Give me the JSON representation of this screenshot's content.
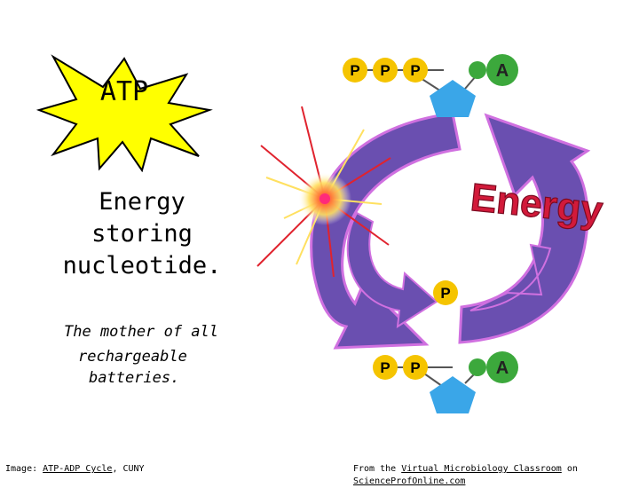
{
  "title_badge": "ATP",
  "description": [
    "Energy",
    "storing",
    "nucleotide."
  ],
  "tagline": [
    "The mother of all",
    "rechargeable",
    "batteries."
  ],
  "diagram": {
    "top_phosphates": [
      "P",
      "P",
      "P"
    ],
    "top_base": "A",
    "free_phosphate": "P",
    "bottom_phosphates": [
      "P",
      "P"
    ],
    "bottom_base": "A",
    "energy_word": "Energy",
    "colors": {
      "phosphate": "#f5c400",
      "base": "#3ca83c",
      "sugar": "#3aa6e8",
      "cycle_arrow": "#6a4fb0",
      "energy_text": "#d21a3a",
      "star": "#ffff00"
    }
  },
  "footer": {
    "left_prefix": "Image: ",
    "left_link": "ATP-ADP Cycle",
    "left_suffix": ", CUNY",
    "right_prefix": "From the ",
    "right_link1": "Virtual Microbiology Classroom",
    "right_mid": " on ",
    "right_link2": "ScienceProfOnline.com"
  }
}
